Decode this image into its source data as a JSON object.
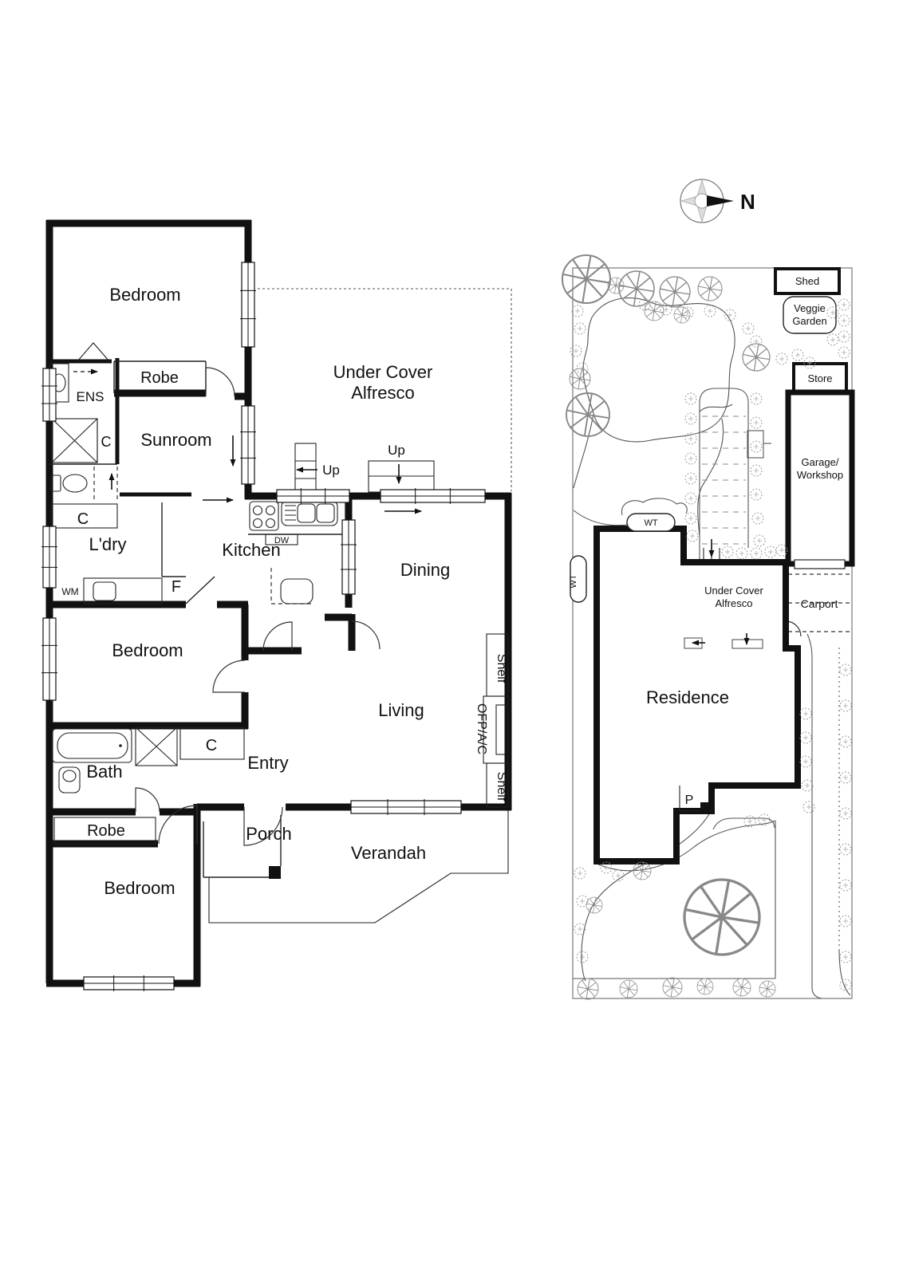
{
  "floor_plan": {
    "rooms": {
      "bedroom": "Bedroom",
      "robe": "Robe",
      "ens": "ENS",
      "sunroom": "Sunroom",
      "alfresco_line1": "Under Cover",
      "alfresco_line2": "Alfresco",
      "laundry": "L'dry",
      "kitchen": "Kitchen",
      "dining": "Dining",
      "living": "Living",
      "bath": "Bath",
      "entry": "Entry",
      "porch": "Porch",
      "verandah": "Verandah"
    },
    "fixtures": {
      "cupboard": "C",
      "washing_machine": "WM",
      "fridge": "F",
      "dishwasher": "DW",
      "shelf": "Shelf",
      "fireplace_ac": "OFP/A/C",
      "up": "Up"
    }
  },
  "site_plan": {
    "north": "N",
    "shed": "Shed",
    "veggie_line1": "Veggie",
    "veggie_line2": "Garden",
    "store": "Store",
    "garage_line1": "Garage/",
    "garage_line2": "Workshop",
    "water_tank": "WT",
    "alfresco_line1": "Under Cover",
    "alfresco_line2": "Alfresco",
    "carport": "Carport",
    "residence": "Residence",
    "porch": "P"
  }
}
